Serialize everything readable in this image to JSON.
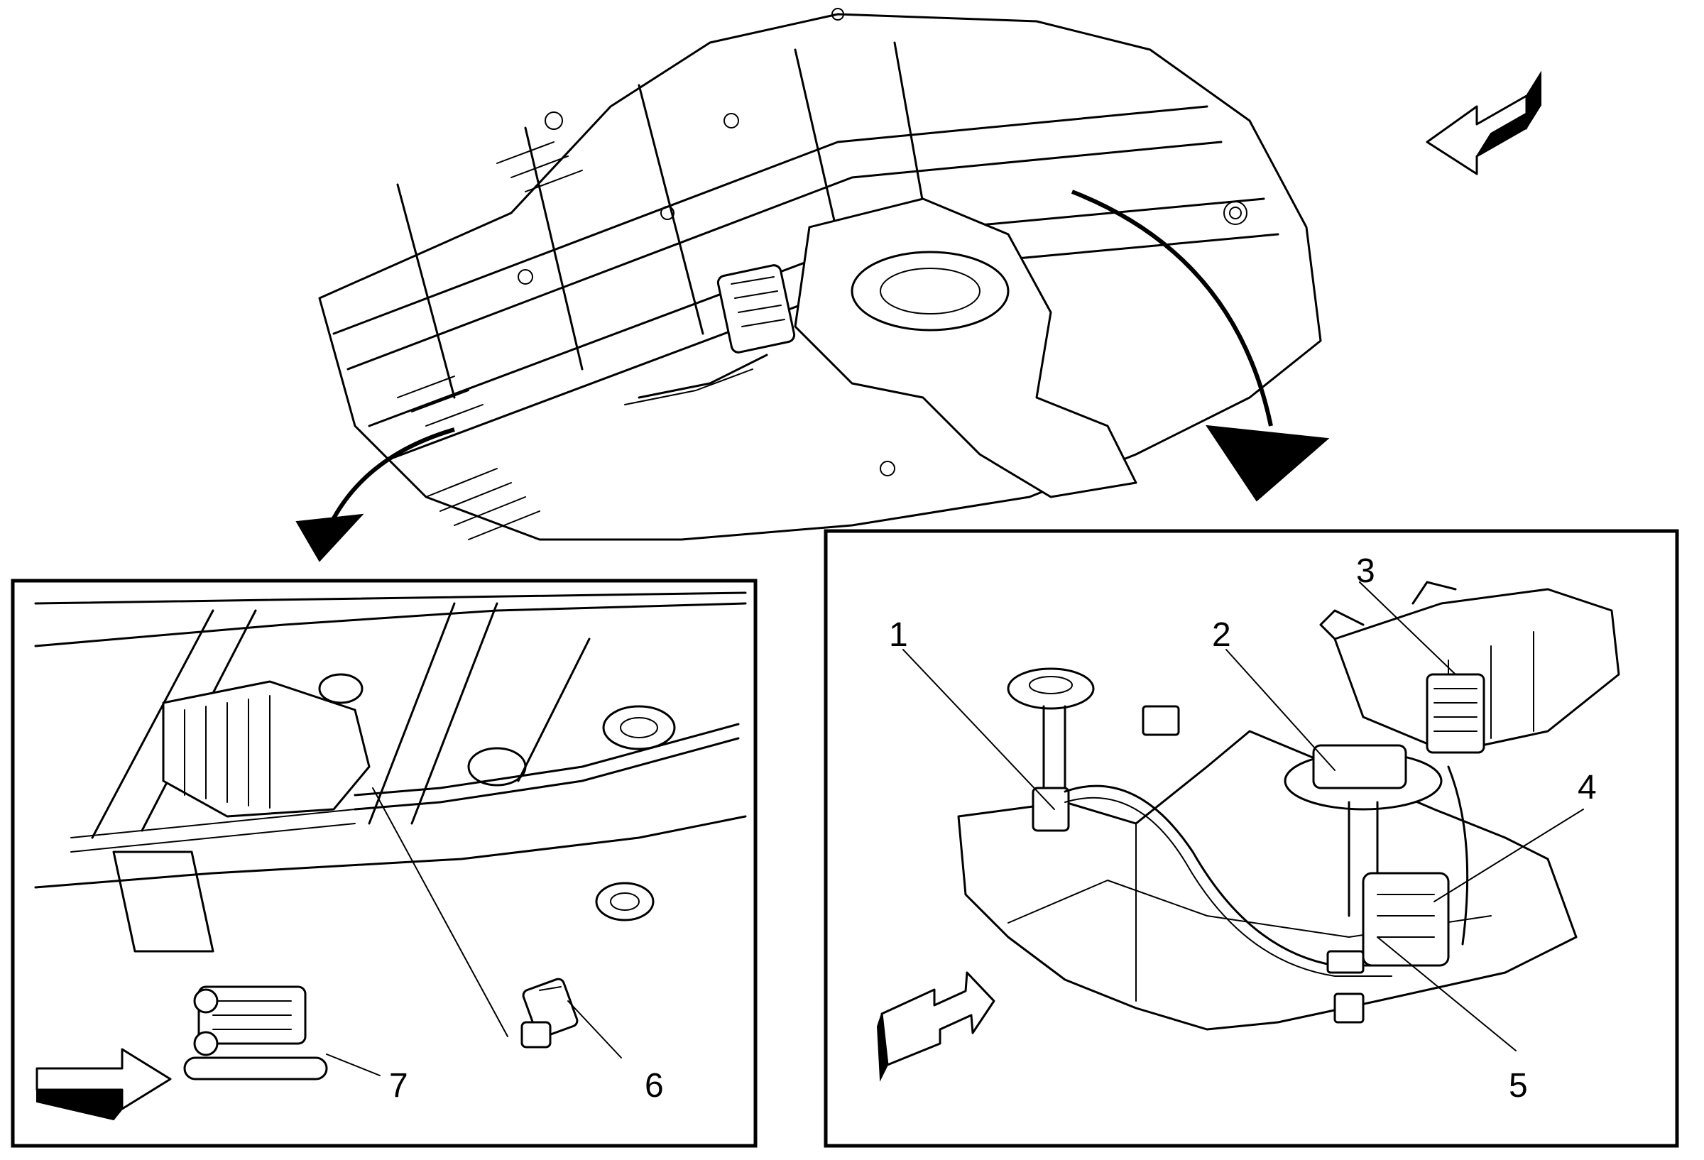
{
  "callouts": [
    {
      "id": "1",
      "label": "1"
    },
    {
      "id": "2",
      "label": "2"
    },
    {
      "id": "3",
      "label": "3"
    },
    {
      "id": "4",
      "label": "4"
    },
    {
      "id": "5",
      "label": "5"
    },
    {
      "id": "6",
      "label": "6"
    },
    {
      "id": "7",
      "label": "7"
    }
  ],
  "direction_arrows": {
    "top_right": "left",
    "bottom_left": "right",
    "bottom_right_panel": "up-right"
  }
}
